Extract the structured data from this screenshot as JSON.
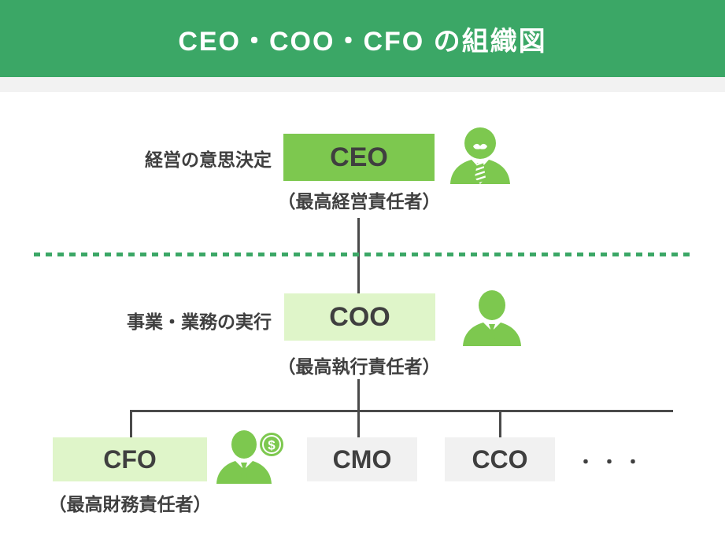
{
  "header": {
    "title": "CEO・COO・CFO の組織図"
  },
  "colors": {
    "header_green": "#3BA766",
    "bright_green": "#7DC84F",
    "light_green": "#DFF5C9",
    "gray_box": "#F1F1F1",
    "strip_gray": "#F2F2F2",
    "text_dark": "#3F3F3F",
    "line_dark": "#4A4A4A",
    "dashed_line_green": "#3BA766",
    "title_white": "#FFFFFF"
  },
  "diagram": {
    "ceo": {
      "label": "CEO",
      "subtitle": "（最高経営責任者）",
      "role": "経営の意思決定",
      "icon": "executive-person-with-mustache"
    },
    "coo": {
      "label": "COO",
      "subtitle": "（最高執行責任者）",
      "role": "事業・業務の実行",
      "icon": "businessperson"
    },
    "cfo": {
      "label": "CFO",
      "subtitle": "（最高財務責任者）",
      "icon": "businessperson-with-dollar-coin"
    },
    "cmo": {
      "label": "CMO"
    },
    "cco": {
      "label": "CCO"
    },
    "ellipsis": "・・・"
  }
}
